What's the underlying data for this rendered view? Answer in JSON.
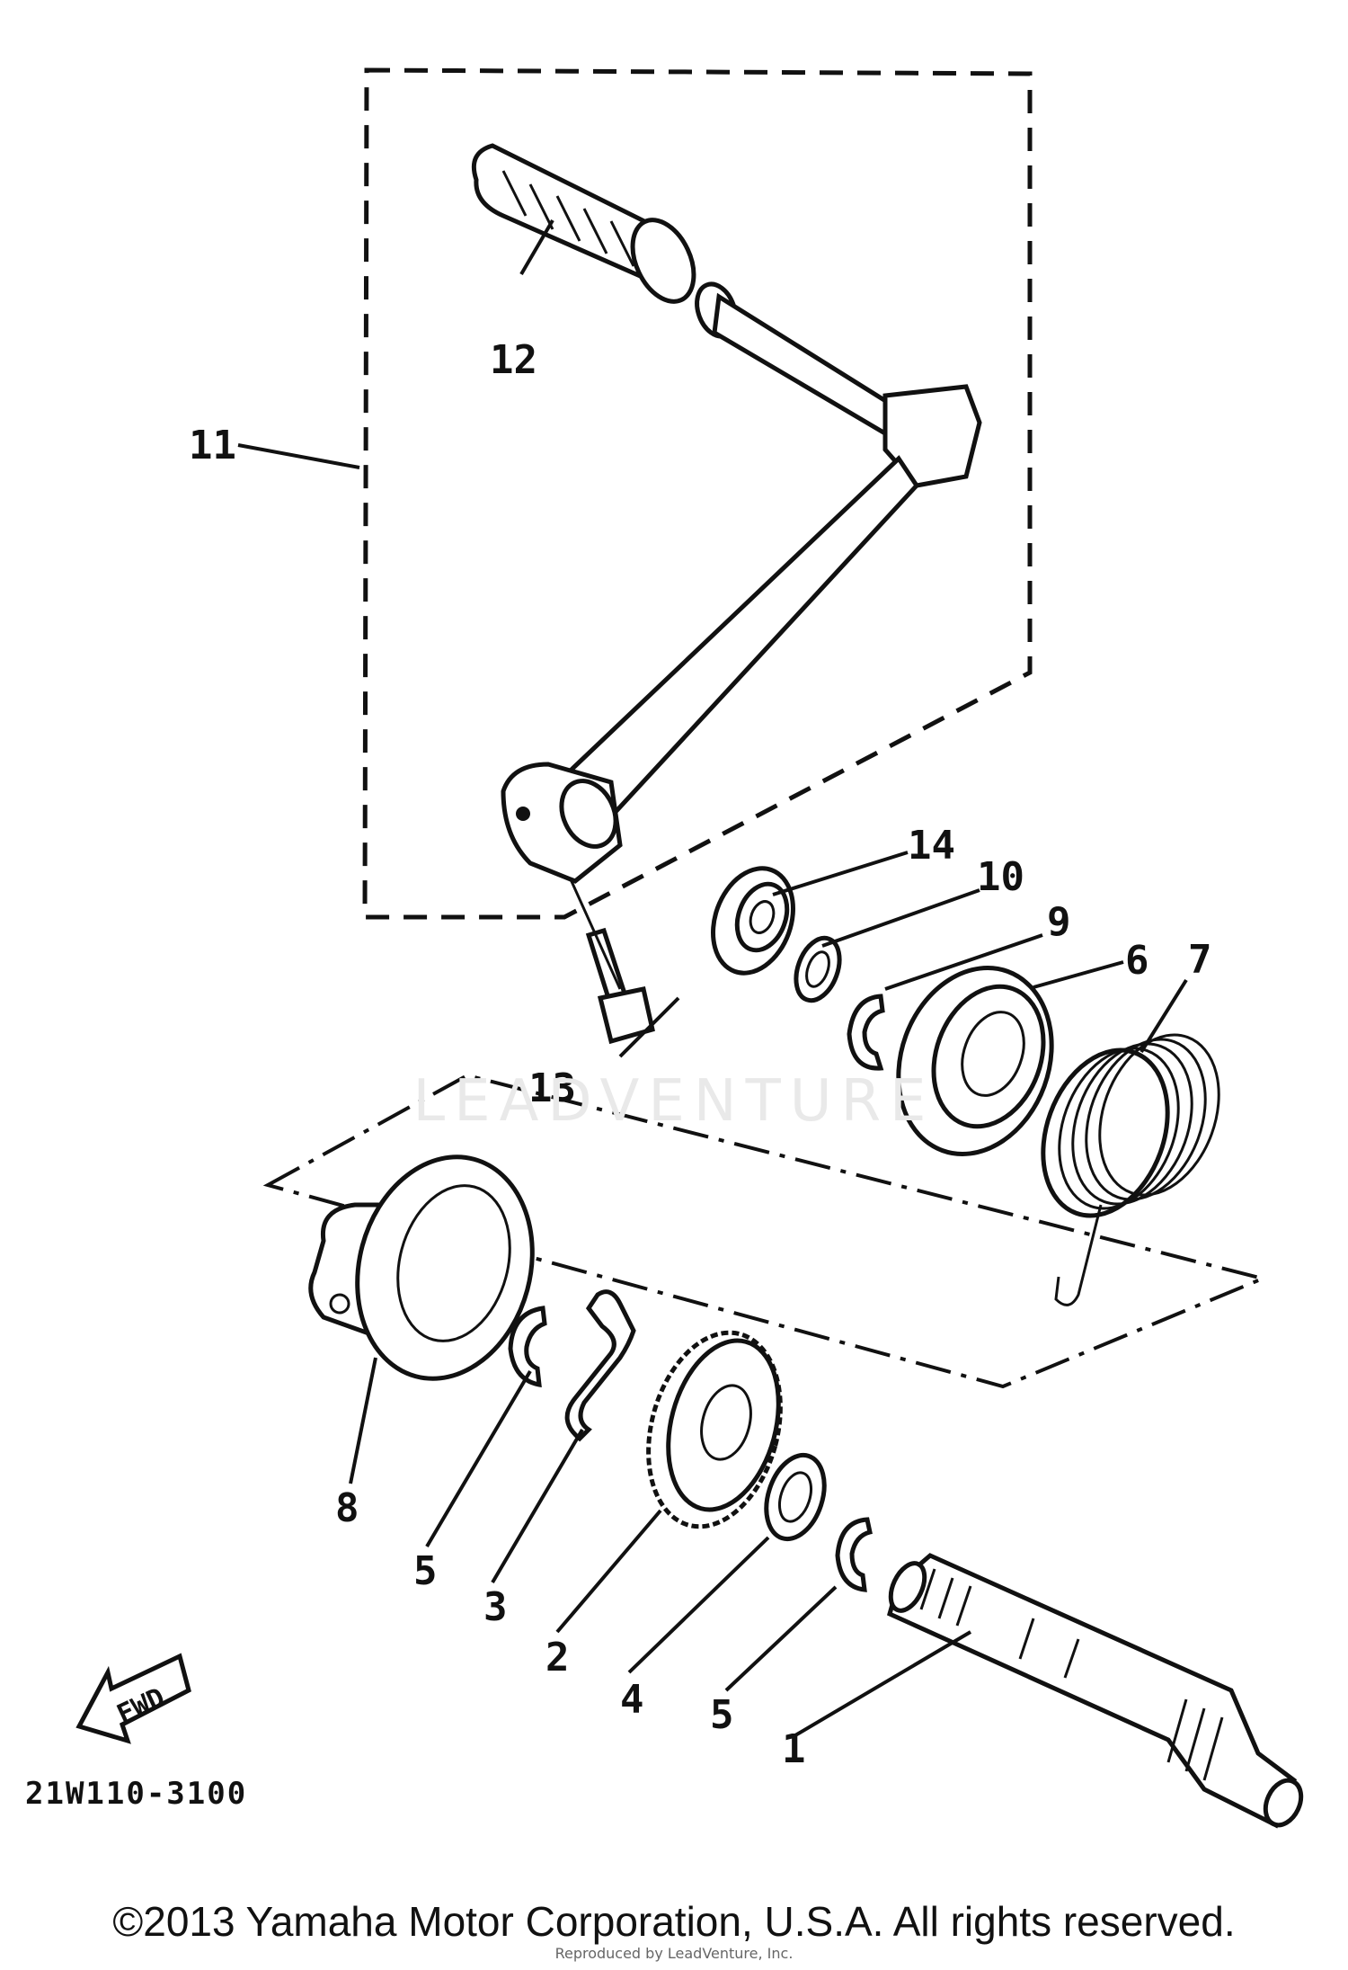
{
  "callouts": [
    {
      "id": "1",
      "label": "1"
    },
    {
      "id": "2",
      "label": "2"
    },
    {
      "id": "3",
      "label": "3"
    },
    {
      "id": "4",
      "label": "4"
    },
    {
      "id": "5a",
      "label": "5"
    },
    {
      "id": "5b",
      "label": "5"
    },
    {
      "id": "6",
      "label": "6"
    },
    {
      "id": "7",
      "label": "7"
    },
    {
      "id": "8",
      "label": "8"
    },
    {
      "id": "9",
      "label": "9"
    },
    {
      "id": "10",
      "label": "10"
    },
    {
      "id": "11",
      "label": "11"
    },
    {
      "id": "12",
      "label": "12"
    },
    {
      "id": "13",
      "label": "13"
    },
    {
      "id": "14",
      "label": "14"
    }
  ],
  "direction_badge": "FWD",
  "diagram_code": "21W110-3100",
  "copyright": "©2013 Yamaha Motor Corporation, U.S.A. All rights reserved.",
  "watermark": "LEADVENTURE",
  "fineprint": "Reproduced by LeadVenture, Inc."
}
